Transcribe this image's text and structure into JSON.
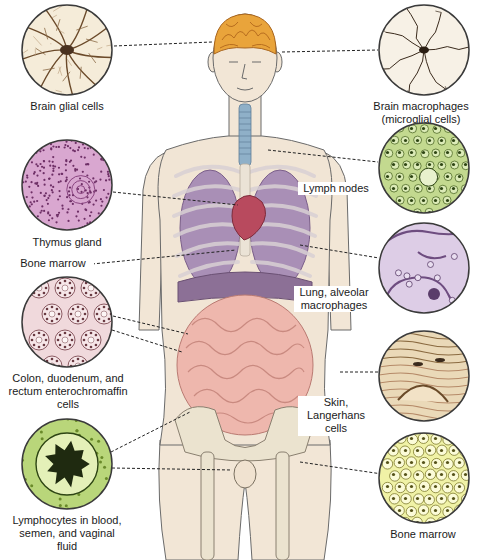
{
  "diagram": {
    "nodes": [
      {
        "text": [
          "Brain glial cells"
        ]
      },
      {
        "text": [
          "Brain macrophages (microglial cells)"
        ]
      },
      {
        "text": [
          "Lymph nodes"
        ]
      },
      {
        "text": [
          "Thymus gland"
        ]
      },
      {
        "text": [
          "Lung, alveolar macrophages"
        ]
      },
      {
        "text": [
          "Colon, duodenum, and rectum enterochromaffin cells"
        ]
      },
      {
        "text": [
          "Skin, Langerhans cells"
        ]
      },
      {
        "text": [
          "Lymphocytes in blood, semen, and vaginal fluid"
        ]
      },
      {
        "text": [
          "Bone marrow"
        ]
      }
    ],
    "labels": [
      "Bone marrow"
    ]
  }
}
